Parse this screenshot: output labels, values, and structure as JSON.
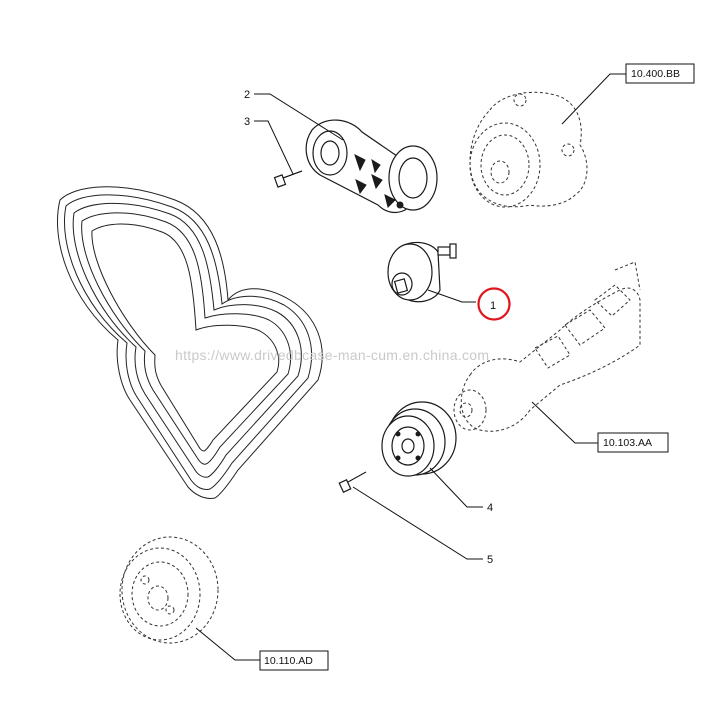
{
  "callouts": {
    "item_1": "1",
    "item_2": "2",
    "item_3": "3",
    "item_4": "4",
    "item_5": "5"
  },
  "references": {
    "water_pump": "10.400.BB",
    "crankshaft": "10.103.AA",
    "damper": "10.110.AD"
  },
  "watermark": "https://www.drivedbcase-man-cum.en.china.com",
  "colors": {
    "highlight_ring": "#e0161d",
    "line": "#111111",
    "watermark": "#c9c9c9"
  }
}
